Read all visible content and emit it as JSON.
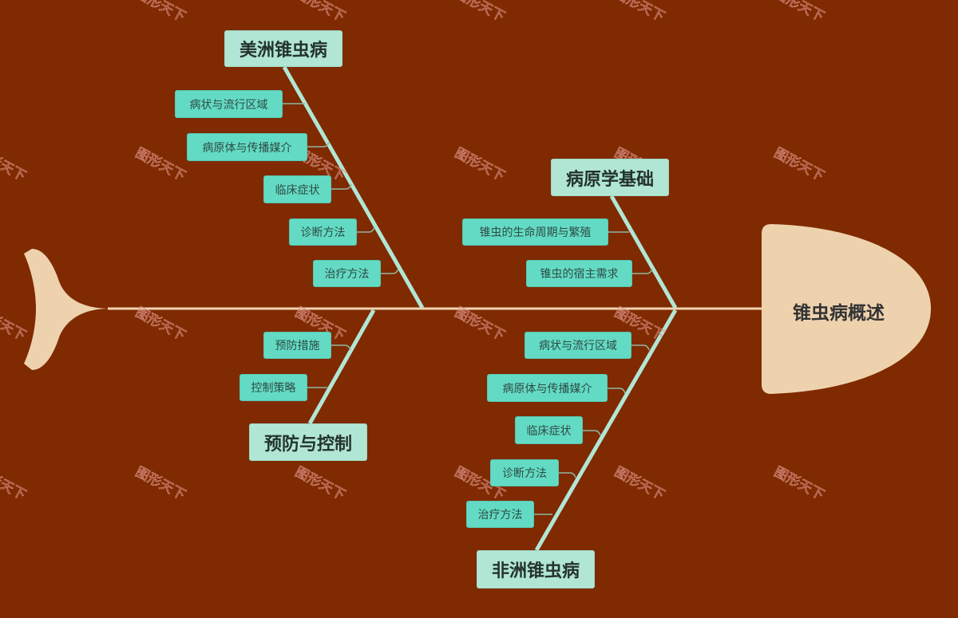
{
  "diagram": {
    "type": "fishbone",
    "colors": {
      "background": "#7f2a00",
      "spine": "#f1d3b0",
      "head_fill": "#eed2ae",
      "tail_fill": "#eed2ae",
      "bone_line": "#b1e6d4",
      "main_node_fill": "#b1e6d4",
      "sub_node_fill": "#63dbc4",
      "connector": "#8fb7a4"
    },
    "head": {
      "label": "锥虫病概述"
    },
    "branches": [
      {
        "id": "american",
        "label": "美洲锥虫病",
        "position": "top",
        "children": [
          "病状与流行区域",
          "病原体与传播媒介",
          "临床症状",
          "诊断方法",
          "治疗方法"
        ]
      },
      {
        "id": "pathogen",
        "label": "病原学基础",
        "position": "top",
        "children": [
          "锥虫的生命周期与繁殖",
          "锥虫的宿主需求"
        ]
      },
      {
        "id": "prevention",
        "label": "预防与控制",
        "position": "bottom",
        "children": [
          "预防措施",
          "控制策略"
        ]
      },
      {
        "id": "african",
        "label": "非洲锥虫病",
        "position": "bottom",
        "children": [
          "病状与流行区域",
          "病原体与传播媒介",
          "临床症状",
          "诊断方法",
          "治疗方法"
        ]
      }
    ],
    "watermark": "图形天下"
  }
}
